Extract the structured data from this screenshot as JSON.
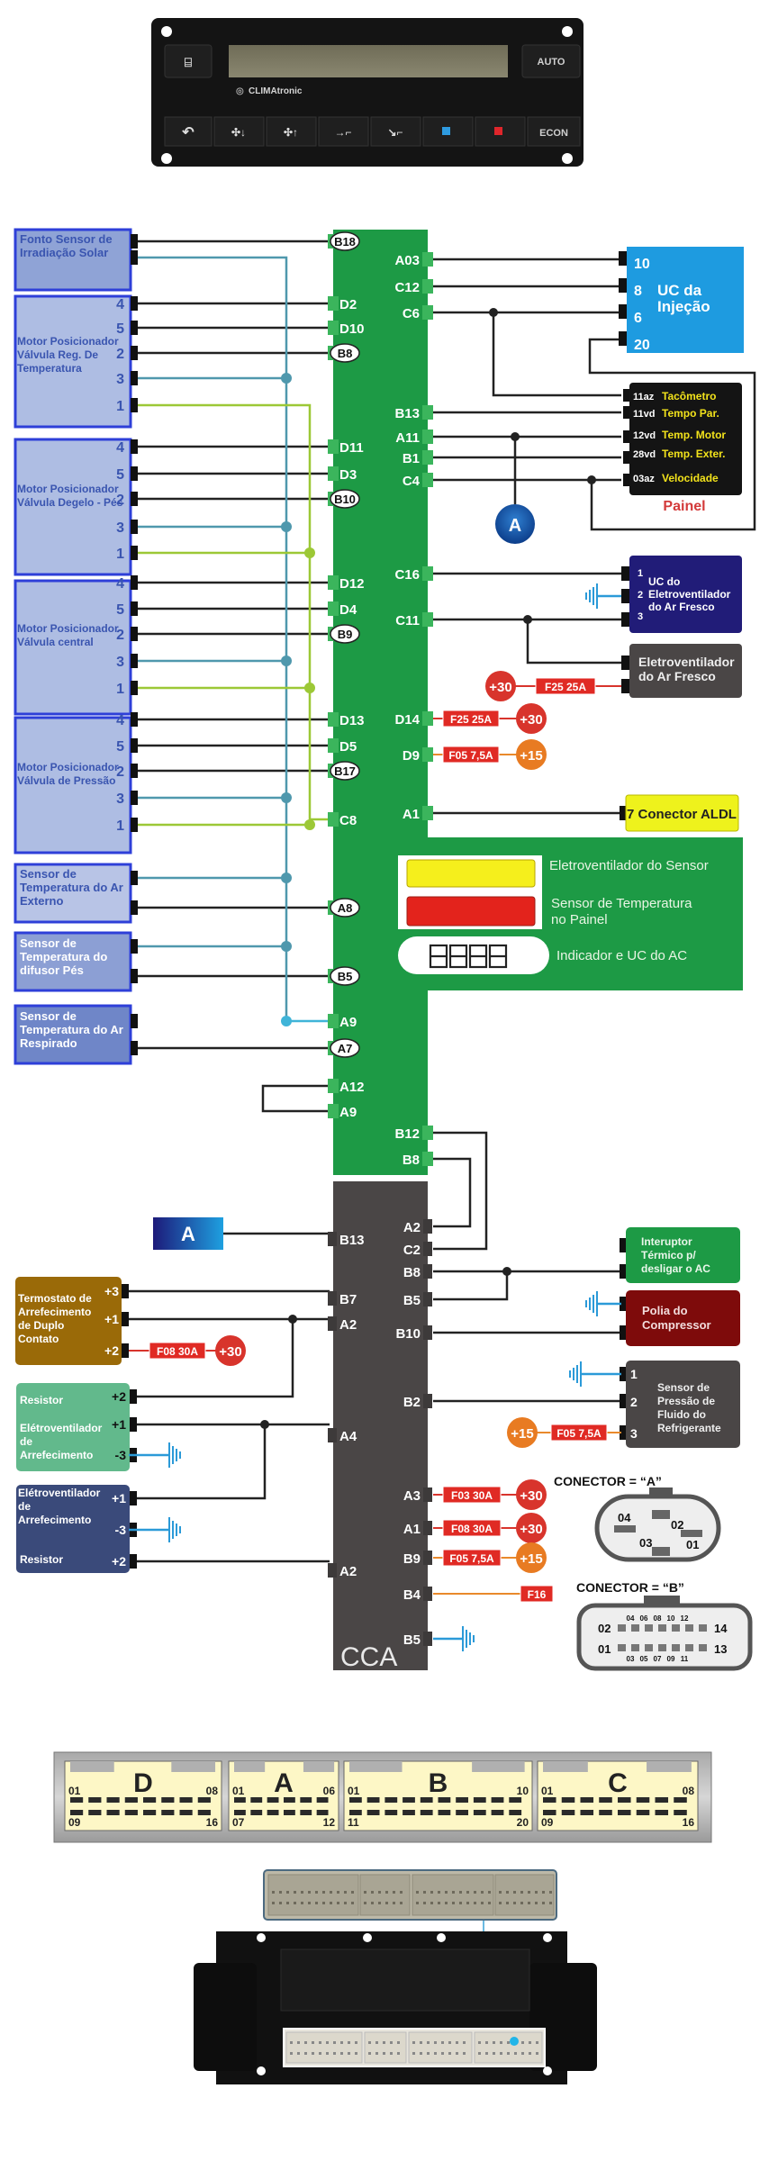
{
  "panel": {
    "brand": "CLIMAtronic",
    "buttons": [
      "AUTO",
      "ECON"
    ],
    "button_icons": [
      "defrost-icon",
      "recirculation-icon",
      "fan-down-icon",
      "fan-up-icon",
      "air-face-icon",
      "air-feet-icon",
      "cold-icon",
      "hot-icon"
    ]
  },
  "green_module": {
    "left_pins": [
      "B18",
      "D2",
      "D10",
      "B8",
      "D11",
      "D3",
      "B10",
      "D12",
      "D4",
      "B9",
      "D13",
      "D5",
      "B17",
      "C8",
      "A8",
      "B5",
      "A9",
      "A7",
      "A12",
      "A9"
    ],
    "oval_pins": [
      "B18",
      "B8",
      "B10",
      "B9",
      "B17",
      "A8",
      "B5",
      "A7"
    ],
    "right_pins": [
      "A03",
      "C12",
      "C6",
      "B13",
      "A11",
      "B1",
      "C4",
      "C16",
      "C11",
      "D14",
      "D9",
      "A1",
      "B12",
      "B8"
    ],
    "legend": [
      {
        "swatch": "#f5ef1c",
        "label": "Eletroventilador do Sensor"
      },
      {
        "swatch": "#e3231c",
        "label": "Sensor de Temperatura no Painel"
      },
      {
        "swatch": "display",
        "label": "Indicador e UC do AC"
      }
    ]
  },
  "left_components": [
    {
      "label": "Fonto Sensor de Irradiação Solar",
      "pins": []
    },
    {
      "label": "Motor Posicionador Válvula Reg. De Temperatura",
      "pins": [
        "4",
        "5",
        "2",
        "3",
        "1"
      ]
    },
    {
      "label": "Motor Posicionador Válvula Degelo - Pés",
      "pins": [
        "4",
        "5",
        "2",
        "3",
        "1"
      ]
    },
    {
      "label": "Motor Posicionador Válvula central",
      "pins": [
        "4",
        "5",
        "2",
        "3",
        "1"
      ]
    },
    {
      "label": "Motor Posicionador Válvula de Pressão",
      "pins": [
        "4",
        "5",
        "2",
        "3",
        "1"
      ]
    },
    {
      "label": "Sensor de Temperatura do Ar Externo",
      "pins": []
    },
    {
      "label": "Sensor de Temperatura do difusor Pés",
      "pins": []
    },
    {
      "label": "Sensor de Temperatura do Ar Respirado",
      "pins": []
    }
  ],
  "uc_injecao": {
    "label": "UC da Injeção",
    "pins": [
      "10",
      "8",
      "6",
      "20"
    ]
  },
  "painel": {
    "title": "Painel",
    "rows": [
      {
        "code": "11az",
        "label": "Tacômetro"
      },
      {
        "code": "11vd",
        "label": "Tempo Par."
      },
      {
        "code": "12vd",
        "label": "Temp. Motor"
      },
      {
        "code": "28vd",
        "label": "Temp. Exter."
      },
      {
        "code": "03az",
        "label": "Velocidade"
      }
    ]
  },
  "marker_a": "A",
  "uc_eletroventilador": {
    "label": "UC do Eletroventilador do Ar Fresco",
    "pins": [
      "1",
      "2",
      "3"
    ]
  },
  "eletroventilador_ar_fresco": {
    "label": "Eletroventilador do Ar Fresco"
  },
  "fuses_top": [
    {
      "fuse": "F25 25A",
      "supply": "+30"
    },
    {
      "fuse": "F25 25A",
      "supply": "+30"
    },
    {
      "fuse": "F05 7,5A",
      "supply": "+15"
    }
  ],
  "aldl": {
    "label": "7 Conector ALDL"
  },
  "cca": {
    "label": "CCA",
    "left_pins": [
      "B13",
      "B7",
      "A2",
      "A4",
      "A2"
    ],
    "right_pins": [
      "A2",
      "C2",
      "B8",
      "B5",
      "B10",
      "B2",
      "A3",
      "A1",
      "B9",
      "B4",
      "B5"
    ]
  },
  "termostato": {
    "label": "Termostato de Arrefecimento de Duplo Contato",
    "pins": [
      "+3",
      "+1",
      "+2"
    ],
    "fuse": "F08 30A",
    "supply": "+30"
  },
  "eletro_arref_1": {
    "top": "Resistor",
    "label": "Elétroventilador de Arrefecimento",
    "pins": [
      "+2",
      "+1",
      "-3"
    ]
  },
  "eletro_arref_2": {
    "label": "Elétroventilador de Arrefecimento",
    "bottom": "Resistor",
    "pins": [
      "+1",
      "-3",
      "+2"
    ]
  },
  "interruptor": {
    "label": "Interuptor Térmico p/ desligar o AC"
  },
  "polia": {
    "label": "Polia do Compressor"
  },
  "sensor_pressao": {
    "label": "Sensor de Pressão de Fluido do Refrigerante",
    "pins": [
      "1",
      "2",
      "3"
    ],
    "fuse": "F05 7,5A",
    "supply": "+15"
  },
  "cca_fuses": [
    {
      "pin": "A3",
      "fuse": "F03 30A",
      "supply": "+30"
    },
    {
      "pin": "A1",
      "fuse": "F08 30A",
      "supply": "+30"
    },
    {
      "pin": "B9",
      "fuse": "F05 7,5A",
      "supply": "+15"
    },
    {
      "pin": "B4",
      "fuse": "F16",
      "supply": ""
    }
  ],
  "conector_a": {
    "title": "CONECTOR =  “A”",
    "pins": [
      "04",
      "02",
      "03",
      "01"
    ]
  },
  "conector_b": {
    "title": "CONECTOR = “B”",
    "top_nums": [
      "04",
      "06",
      "08",
      "10",
      "12"
    ],
    "bottom_nums": [
      "03",
      "05",
      "07",
      "09",
      "11"
    ],
    "left": [
      "02",
      "01"
    ],
    "right": [
      "14",
      "13"
    ]
  },
  "connector_strip": [
    {
      "letter": "D",
      "tl": "01",
      "tr": "08",
      "bl": "09",
      "br": "16",
      "cols": 8
    },
    {
      "letter": "A",
      "tl": "01",
      "tr": "06",
      "bl": "07",
      "br": "12",
      "cols": 6
    },
    {
      "letter": "B",
      "tl": "01",
      "tr": "10",
      "bl": "11",
      "br": "20",
      "cols": 10
    },
    {
      "letter": "C",
      "tl": "01",
      "tr": "08",
      "bl": "09",
      "br": "16",
      "cols": 8
    }
  ]
}
